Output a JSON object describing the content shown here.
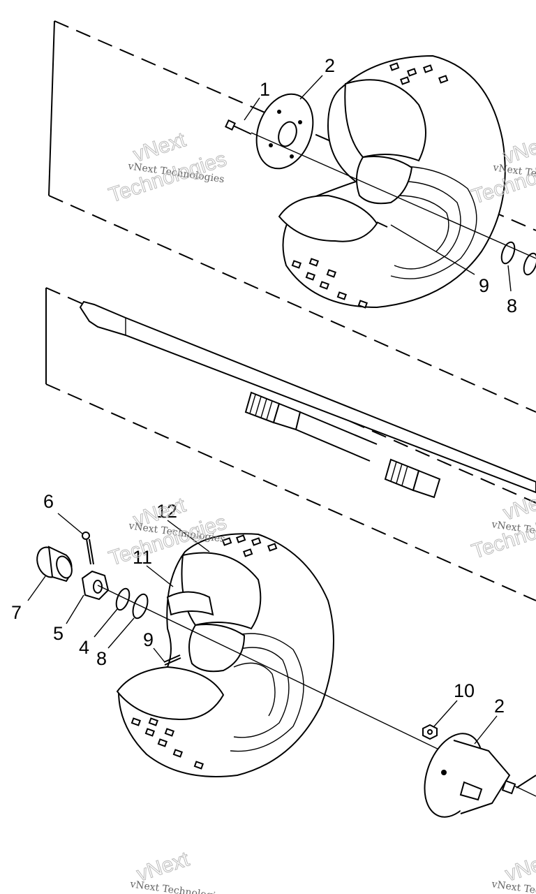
{
  "diagram": {
    "callouts": {
      "c1_top": "1",
      "c2_top": "2",
      "c9_top": "9",
      "c8_top": "8",
      "c6": "6",
      "c12": "12",
      "c11": "11",
      "c7": "7",
      "c5": "5",
      "c4": "4",
      "c8_bottom": "8",
      "c9_bottom": "9",
      "c10": "10",
      "c2_bottom": "2"
    },
    "watermark": {
      "small": "vNext Technologies",
      "big_line1": "vNext",
      "big_line2": "Technologies"
    }
  }
}
